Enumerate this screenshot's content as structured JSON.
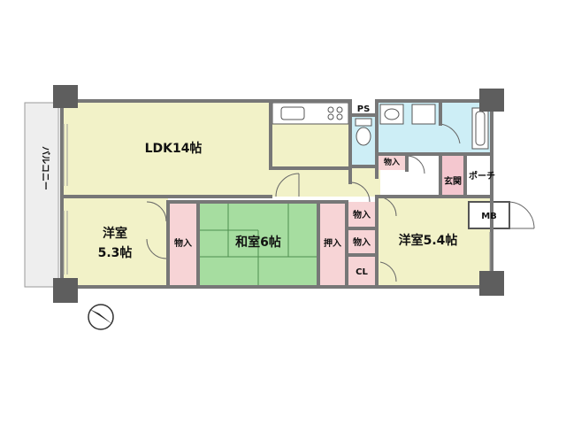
{
  "plan": {
    "rooms": {
      "ldk": "LDK14帖",
      "western_left_name": "洋室",
      "western_left_size": "5.3帖",
      "japanese": "和室6帖",
      "western_right": "洋室5.4帖"
    },
    "storage": {
      "closet_left": "物入",
      "oshiire": "押入",
      "closet_upper": "物入",
      "closet_middle": "物入",
      "closet_wash": "物入",
      "cl": "CL"
    },
    "utility": {
      "ps": "PS",
      "mb": "MB",
      "entrance": "玄関",
      "porch": "ポーチ"
    },
    "balcony": "バルコニー"
  },
  "colors": {
    "ldk": "#f2f2c8",
    "western": "#f2f2c8",
    "japanese": "#a6dda0",
    "closet": "#f7d4d6",
    "wet_area": "#cdeef6",
    "entrance": "#f4c7cf",
    "wall": "#777777",
    "column": "#5e5e5e",
    "balcony": "#eeeeee"
  }
}
